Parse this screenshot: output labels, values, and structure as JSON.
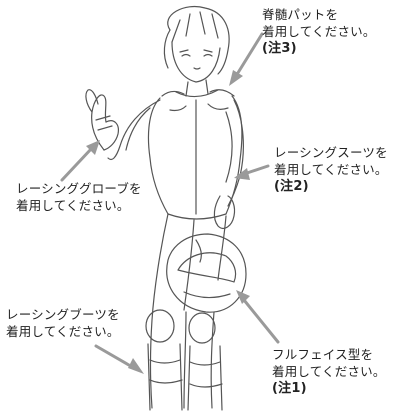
{
  "annotations": {
    "spine_pad": {
      "line1": "脊髄パットを",
      "line2": "着用してください。",
      "note": "(注3)"
    },
    "racing_suit": {
      "line1": "レーシングスーツを",
      "line2": "着用してください。",
      "note": "(注2)"
    },
    "racing_glove": {
      "line1": "レーシンググローブを",
      "line2": "着用してください。"
    },
    "racing_boots": {
      "line1": "レーシングブーツを",
      "line2": "着用してください。"
    },
    "full_face_helmet": {
      "line1": "フルフェイス型を",
      "line2": "着用してください。",
      "note": "(注1)"
    }
  },
  "colors": {
    "sketch": "#555555",
    "arrow": "#9a9a9a",
    "text": "#222222"
  }
}
